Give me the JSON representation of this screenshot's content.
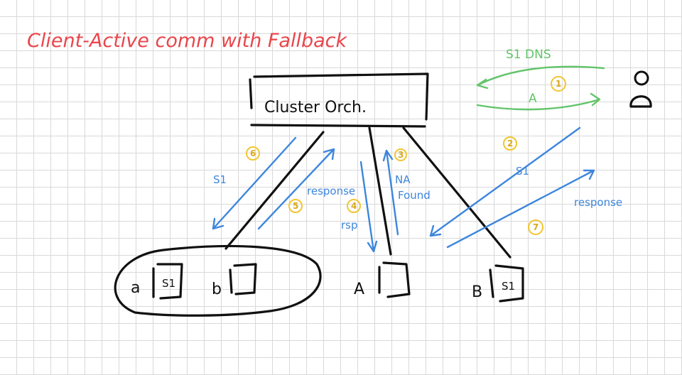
{
  "title": "Client-Active comm with Fallback",
  "nodes": {
    "orchestrator": "Cluster Orch.",
    "node_a": "a",
    "node_a_box": "S1",
    "node_b": "b",
    "node_A": "A",
    "node_B": "B",
    "node_B_box": "S1"
  },
  "labels": {
    "dns": "S1 DNS",
    "dns_response": "A",
    "req_to_a": "S1",
    "resp_from_a": "response",
    "rsp": "rsp",
    "not_found_1": "NA",
    "not_found_2": "Found",
    "req_to_B": "S1",
    "resp_from_B": "response"
  },
  "steps": [
    "1",
    "2",
    "3",
    "4",
    "5",
    "6",
    "7"
  ],
  "colors": {
    "title": "#e8464b",
    "structure": "#111111",
    "request": "#3d86dc",
    "dns": "#63c46a",
    "step": "#f2c530"
  }
}
